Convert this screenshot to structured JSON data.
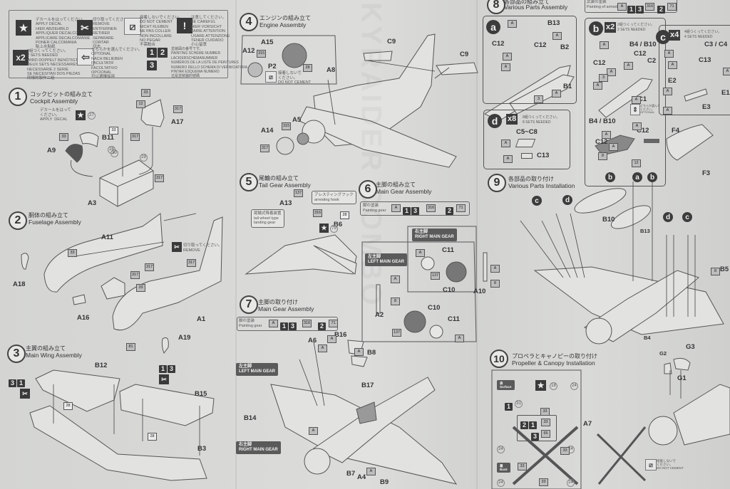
{
  "legend": {
    "apply_decal": {
      "icon": "star-icon",
      "lines": "デカールをはってください。\nAPPLY DECAL\nHIER ABZIEHBILD\nAPPLIQUER DECALCOMANIE\nAPPLICARE DECALCOMANIE\nPONER CALCOMANIA\n貼上水貼紙"
    },
    "remove": {
      "icon": "cut-icon",
      "lines": "切り取ってください。\nREMOVE\nENTFERNEN\nRETIRER\nSEPARARE\nCORTAR\n切去"
    },
    "do_not_cement": {
      "icon": "no-cement-icon",
      "lines": "接着しないでください。\nDO NOT CEMENT\nNICHT KLEBEN\nNE PAS COLLER\nNON INCOLLARE\nNO PEGAR\n不需黏合"
    },
    "be_careful": {
      "icon": "exclamation-icon",
      "lines": "注意してください。\nBE CAREFUL\nHIER VORSICHT\nFAIRE ATTENTION\nUSARE ATTENZIONE\nTENER CUIDADO\n小心留意"
    },
    "two_sets": {
      "icon_label": "x2",
      "lines": "2組つくってください。\n2 SETS NEEDED\nWIRD DOPPELT BENÖTIGT\nDEUX SETS NECESSAIRES\nNECESSARIE 2 SERIE\nSE NECESITAN DOS PIEZAS\n同樣的製作二組"
    },
    "optional": {
      "icon": "optional-icon",
      "lines": "どちらかを選んでください。\nOPTIONAL\nNACH BELIEBEN\nFACULTATIF\nFACOLTATIVO\nOPCIONAL\n可以選擇採用"
    },
    "painting_scheme": {
      "schemes": [
        "1",
        "2",
        "3"
      ],
      "lines": "塗装図の番号です。\nPAINTING SCHEME NUMBER\nLACKIERSCHEMANUMMER\nNUMÉROS DE LA LISTE DE PEINTURES\nNUMERO DELLO SCHEMA DI VERNICIATURA\nPINTAR ESQUEMA NUMERO\n這是塗裝圖的號碼"
    }
  },
  "steps": [
    {
      "num": "1",
      "jp": "コックピットの組み立て",
      "en": "Cockpit Assembly",
      "decal_note": "デカールをはって\nください。\nAPPLY  DECAL",
      "parts": [
        "A17",
        "B11",
        "A9",
        "A3"
      ],
      "colors": [
        "33",
        "12",
        "317",
        "33",
        "317",
        "33",
        "317"
      ],
      "decals": [
        "27",
        "28",
        "30",
        "29"
      ]
    },
    {
      "num": "2",
      "jp": "胴体の組み立て",
      "en": "Fuselage Assembly",
      "remove_note": "切り取ってください。\nREMOVE",
      "parts": [
        "A11",
        "A18",
        "A16",
        "A1",
        "A19"
      ],
      "colors": [
        "33",
        "317",
        "317",
        "317",
        "33",
        "81"
      ]
    },
    {
      "num": "3",
      "jp": "主翼の組み立て",
      "en": "Main Wing Assembly",
      "parts": [
        "B12",
        "B15",
        "B3"
      ],
      "scheme_left": [
        "3",
        "1"
      ],
      "scheme_right": [
        "1",
        "3"
      ],
      "colors": [
        "28",
        "28"
      ]
    },
    {
      "num": "4",
      "jp": "エンジンの組み立て",
      "en": "Engine Assembly",
      "parts": [
        "A15",
        "A12",
        "P2",
        "A8",
        "C9",
        "C9",
        "A5",
        "A14"
      ],
      "colors": [
        "315",
        "28",
        "315",
        "317"
      ],
      "no_cement_note": "接着しないで\nください。\nDO NOT CEMENT"
    },
    {
      "num": "5",
      "jp": "尾輪の組み立て",
      "en": "Tail Gear Assembly",
      "parts": [
        "A13",
        "B6"
      ],
      "colors": [
        "137",
        "316",
        "28"
      ],
      "decals": [
        "79"
      ],
      "hook_note": "アレスティングフック\narresting hook",
      "tailwheel_note": "尾輪式降着装置\ntail wheel type\nlanding gear"
    },
    {
      "num": "6",
      "jp": "主脚の組み立て",
      "en": "Main Gear Assembly",
      "painting": {
        "jp": "脚の塗装",
        "en": "Painting gear",
        "chip": "A",
        "schemes_a": [
          "1",
          "3"
        ],
        "color_a": "316",
        "scheme_b": "2",
        "color_b": "71"
      },
      "right_gear": "右主脚\nRIGHT MAIN GEAR",
      "left_gear": "左主脚\nLEFT MAIN GEAR",
      "parts": [
        "C11",
        "C10",
        "A10",
        "A2",
        "C10",
        "C11"
      ],
      "colors": [
        "A",
        "137",
        "A",
        "8",
        "A",
        "8",
        "137",
        "A"
      ]
    },
    {
      "num": "7",
      "jp": "主脚の取り付け",
      "en": "Main Gear Assembly",
      "painting": {
        "jp": "脚の塗装",
        "en": "Painting gear",
        "chip": "A",
        "schemes_a": [
          "1",
          "3"
        ],
        "color_a": "316",
        "scheme_b": "2",
        "color_b": "71"
      },
      "left_gear": "左主脚\nLEFT MAIN GEAR",
      "right_gear": "右主脚\nRIGHT MAIN GEAR",
      "parts": [
        "A6",
        "B16",
        "B8",
        "B17",
        "B14",
        "B7",
        "A4",
        "B9"
      ],
      "colors": [
        "A",
        "A",
        "A",
        "A",
        "A"
      ]
    },
    {
      "num": "8",
      "jp": "各部品の組み立て",
      "en": "Various Parts Assembly",
      "painting": {
        "jp": "武装の塗装",
        "en": "Painting of armed",
        "chip": "A",
        "schemes_a": [
          "1",
          "3"
        ],
        "color_a": "316",
        "scheme_b": "2",
        "color_b": "71"
      },
      "sub": [
        {
          "letter": "a",
          "parts": [
            "B13",
            "C12",
            "C12",
            "B2",
            "B1"
          ],
          "colors": [
            "A",
            "A",
            "A",
            "A",
            "A",
            "3"
          ]
        },
        {
          "letter": "b",
          "mult": "x2",
          "note": "2組つくってください。\n2 SETS NEEDED",
          "parts": [
            "B4 / B10",
            "C12",
            "C12",
            "C2",
            "C1",
            "B4 / B10",
            "C12",
            "C12"
          ],
          "colors": [
            "A",
            "A",
            "A",
            "3",
            "A",
            "A",
            "A",
            "A",
            "A",
            "8",
            "12"
          ],
          "optional_note": "どちらか選んで\nください。\nOPTIONAL"
        },
        {
          "letter": "c",
          "mult": "x4",
          "note": "4組つくってください。\n4 SETS NEEDED",
          "parts": [
            "C3 / C4",
            "C13",
            "E2",
            "E1",
            "E3"
          ],
          "colors": [
            "A",
            "A",
            "A",
            "A",
            "A"
          ]
        },
        {
          "letter": "d",
          "mult": "x8",
          "note": "8組つくってください。\n8 SETS NEEDED",
          "parts": [
            "C5~C8",
            "C13"
          ],
          "colors": [
            "A",
            "A"
          ]
        }
      ],
      "extra_parts": [
        "F4",
        "F3"
      ]
    },
    {
      "num": "9",
      "jp": "各部品の取り付け",
      "en": "Various Parts Installation",
      "parts": [
        "B10",
        "B13",
        "B4",
        "B5"
      ],
      "sub_refs": [
        "c",
        "d",
        "b",
        "a",
        "b",
        "d",
        "c"
      ],
      "colors": [
        "8"
      ]
    },
    {
      "num": "10",
      "jp": "プロペラとキャノピーの取り付け",
      "en": "Propeller & Canopy Installation",
      "surface_label": "表\nSurface",
      "back_label": "裏\nBack",
      "parts": [
        "A7",
        "G2",
        "G3",
        "G1"
      ],
      "colors": [
        "33",
        "33",
        "33",
        "33",
        "33",
        "33",
        "65"
      ],
      "decals": [
        "18",
        "24",
        "31",
        "24",
        "24",
        "24",
        "24"
      ],
      "scheme_rows": [
        [
          "2",
          "1"
        ],
        [
          "3"
        ]
      ],
      "scheme_top": "1",
      "no_cement_note": "接着しないで\nください。\nDO NOT CEMENT"
    }
  ],
  "watermark": "SKYRAIDER COMBO"
}
